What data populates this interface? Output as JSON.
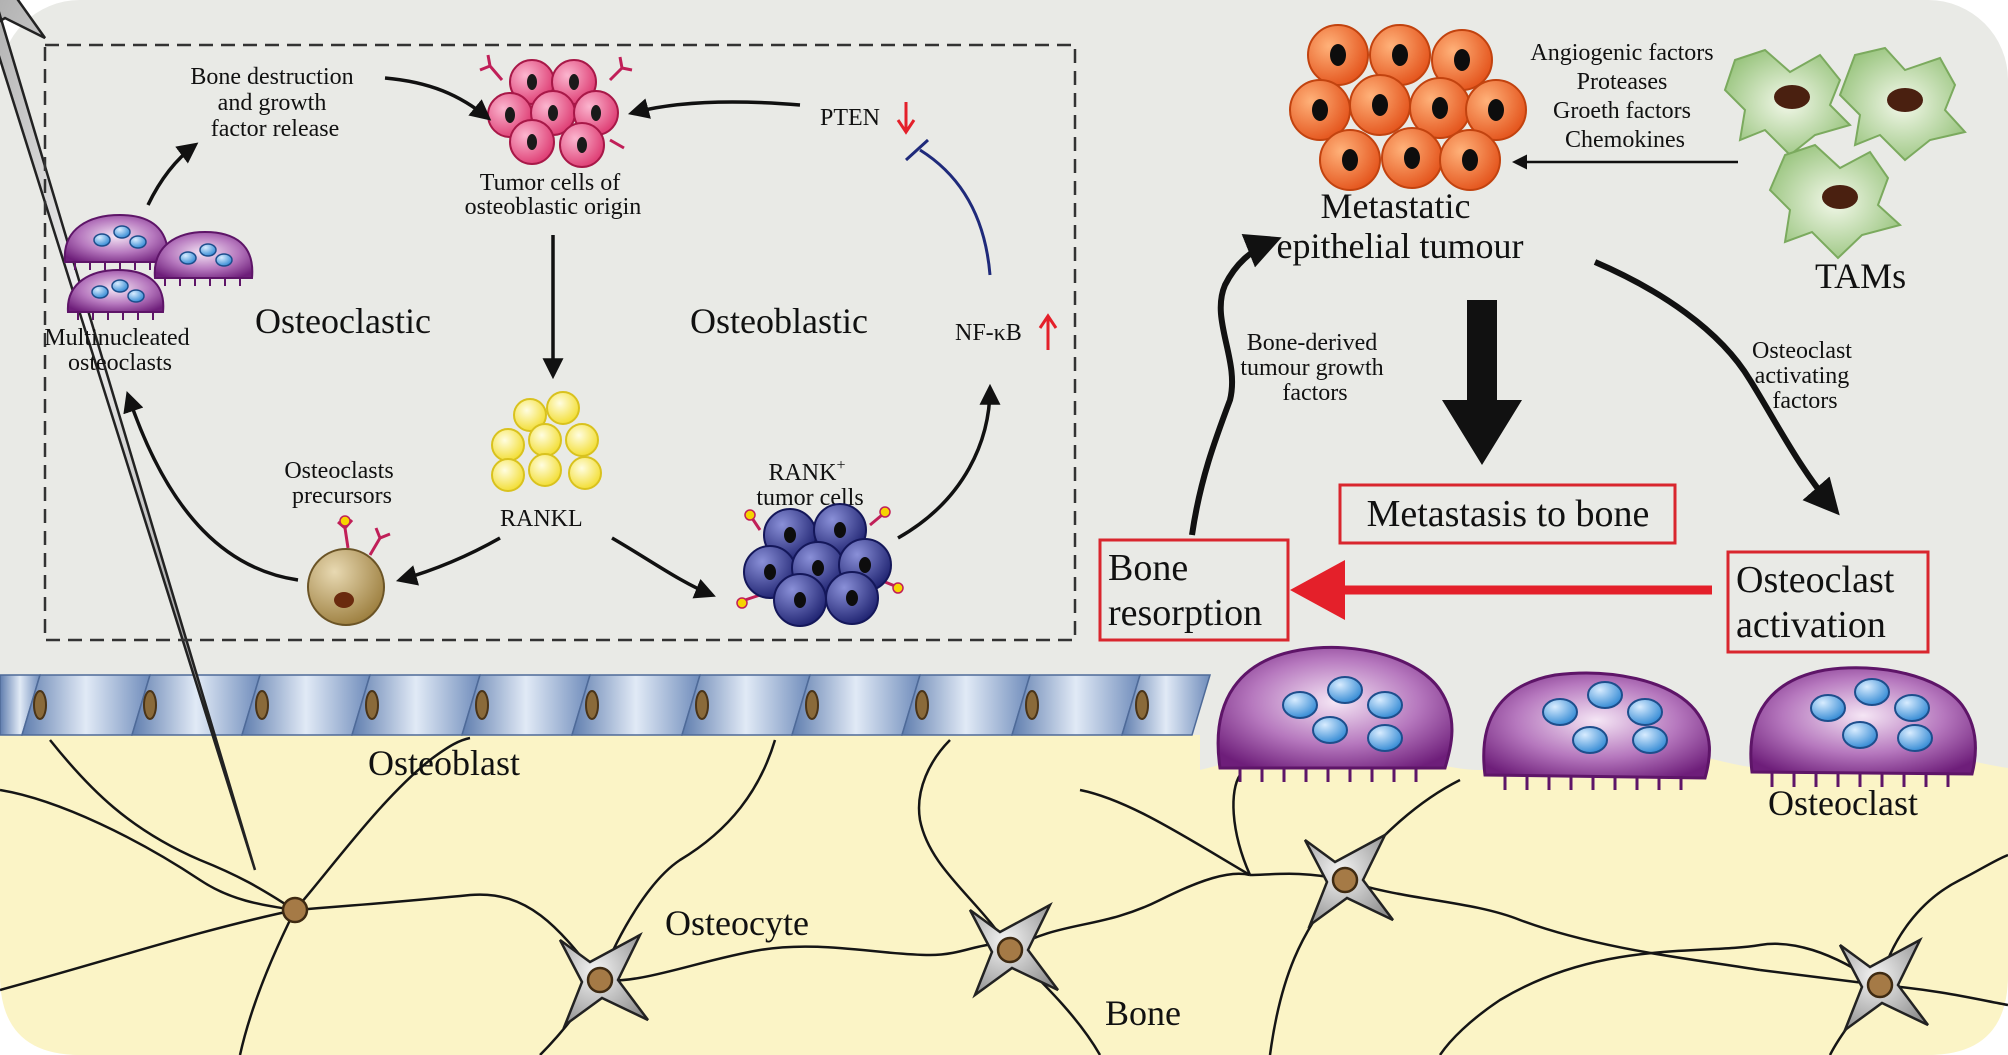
{
  "inset": {
    "bone_destruction": [
      "Bone destruction",
      "and growth",
      "factor release"
    ],
    "tumor_cells": [
      "Tumor cells of",
      "osteoblastic origin"
    ],
    "pten": "PTEN",
    "nfkb": "NF-κB",
    "osteoclastic": "Osteoclastic",
    "osteoblastic": "Osteoblastic",
    "multinucleated": [
      "Multinucleated",
      "osteoclasts"
    ],
    "rankl": "RANKL",
    "osteoclast_precursors": [
      "Osteoclasts",
      "precursors"
    ],
    "rank_cells": [
      "RANK",
      "+",
      "tumor cells"
    ]
  },
  "main": {
    "metastatic": [
      "Metastatic",
      "epithelial tumour"
    ],
    "factors": [
      "Angiogenic factors",
      "Proteases",
      "Groeth factors",
      "Chemokines"
    ],
    "tams": "TAMs",
    "bone_derived": [
      "Bone-derived",
      "tumour growth",
      "factors"
    ],
    "osteoclast_activating": [
      "Osteoclast",
      "activating",
      "factors"
    ],
    "metastasis_box": "Metastasis to bone",
    "bone_resorption_box": [
      "Bone",
      "resorption"
    ],
    "osteoclast_activation_box": [
      "Osteoclast",
      "activation"
    ]
  },
  "bone": {
    "osteoblast": "Osteoblast",
    "osteocyte": "Osteocyte",
    "bone": "Bone",
    "osteoclast": "Osteoclast"
  },
  "colors": {
    "background": "#E9EAE6",
    "bone_fill": "#FBF4C6",
    "red_arrow": "#E4202A",
    "box_border": "#D9262E",
    "inhibit_line": "#1F2A7A",
    "tumor_orange": "#EE6A2A",
    "tumor_pink": "#E84C82",
    "rankl_yellow": "#F6E84A",
    "rank_blue": "#2B2E7E",
    "osteoclast_purple": "#7D2A86",
    "tam_green": "#A9D08E"
  }
}
